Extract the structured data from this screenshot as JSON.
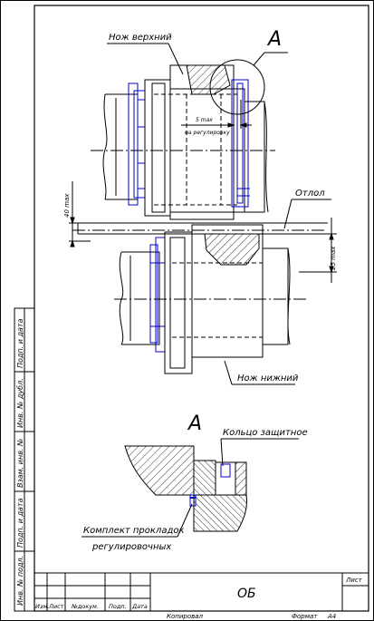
{
  "labels": {
    "upper_knife": "Нож верхний",
    "section_a_top": "А",
    "shim_note_line1": "5 max",
    "shim_note_line2": "на регулировку",
    "dim_left": "40 max",
    "sheet": "Отлол",
    "dim_right": "25 max",
    "lower_knife": "Нож нижний",
    "section_a_detail": "А",
    "protective_ring": "Кольцо защитное",
    "shims_line1": "Комплект прокладок",
    "shims_line2": "регулировочных"
  },
  "side_stamp": [
    "Инв. № подл.",
    "Подп. и дата",
    "Взам. инв. №",
    "Инв. № дубл.",
    "Подп. и дата"
  ],
  "title_block": {
    "document_code": "ОБ",
    "sheet_label": "Лист",
    "columns": [
      "Изм.",
      "Лист",
      "№докум.",
      "Подп.",
      "Дата"
    ],
    "copied_label": "Копировал",
    "format_label": "Формат",
    "format_value": "А4"
  }
}
